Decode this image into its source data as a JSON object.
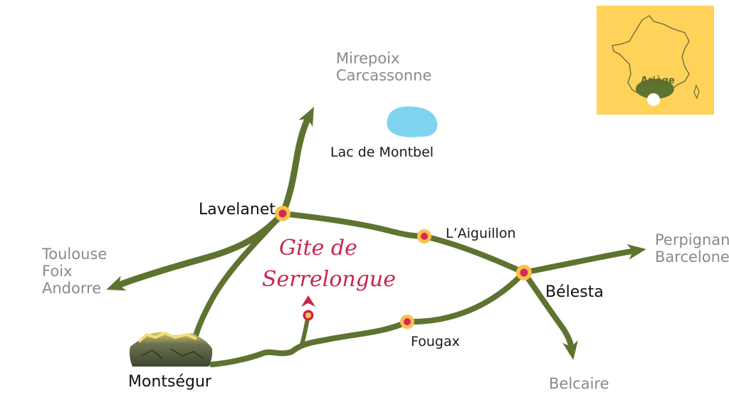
{
  "colors": {
    "road": "#5f7330",
    "lake": "#7fd3f0",
    "inset_bg": "#ffd35a",
    "town_dot_outer": "#f7c14a",
    "town_dot_inner": "#d32a55",
    "gite_text": "#c8264e",
    "destination_text": "#8a8a8a"
  },
  "destinations": {
    "north_line1": "Mirepoix",
    "north_line2": "Carcassonne",
    "west_line1": "Toulouse",
    "west_line2": "Foix",
    "west_line3": "Andorre",
    "east_line1": "Perpignan",
    "east_line2": "Barcelone",
    "south": "Belcaire"
  },
  "places": {
    "lake": "Lac de Montbel",
    "lavelanet": "Lavelanet",
    "laiguillon": "L’Aiguillon",
    "belesta": "Bélesta",
    "fougax": "Fougax",
    "montsegur": "Montségur"
  },
  "gite": {
    "line1": "Gite de",
    "line2": "Serrelongue"
  },
  "inset": {
    "region": "Ariège"
  }
}
